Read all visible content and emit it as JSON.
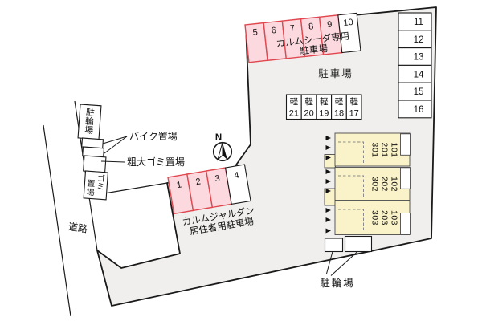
{
  "colors": {
    "site_fill": "#f0efed",
    "space_pink_fill": "#fbd9df",
    "space_pink_border": "#e0474f",
    "building_fill": "#faf3c9",
    "line": "#1a1a1a"
  },
  "north": {
    "label": "N"
  },
  "road": {
    "label": "道路"
  },
  "cedar_parking": {
    "label_line1": "カルムシーダ専用",
    "label_line2": "駐車場",
    "spaces": [
      "5",
      "6",
      "7",
      "8",
      "9",
      "10"
    ]
  },
  "main_parking_label": "駐車場",
  "right_spaces": [
    "11",
    "12",
    "13",
    "14",
    "15",
    "16"
  ],
  "kei_spaces": {
    "prefix": "軽",
    "numbers": [
      "21",
      "20",
      "19",
      "18",
      "17"
    ]
  },
  "jardin_parking": {
    "label_line1": "カルムジャルダン",
    "label_line2": "居住者用駐車場",
    "spaces": [
      "1",
      "2",
      "3",
      "4"
    ]
  },
  "building": {
    "rooms": [
      [
        "301",
        "201",
        "101"
      ],
      [
        "302",
        "202",
        "102"
      ],
      [
        "303",
        "203",
        "103"
      ]
    ]
  },
  "left_column": {
    "bicycle_chars": [
      "駐",
      "輪",
      "場"
    ],
    "bike_label": "バイク置場",
    "bulky_trash_label": "粗大ゴミ置場",
    "trash_right_col": [
      "ゴ",
      "ミ"
    ],
    "trash_left_col": [
      "置",
      "場"
    ]
  },
  "bottom_bicycle_label": "駐輪場"
}
